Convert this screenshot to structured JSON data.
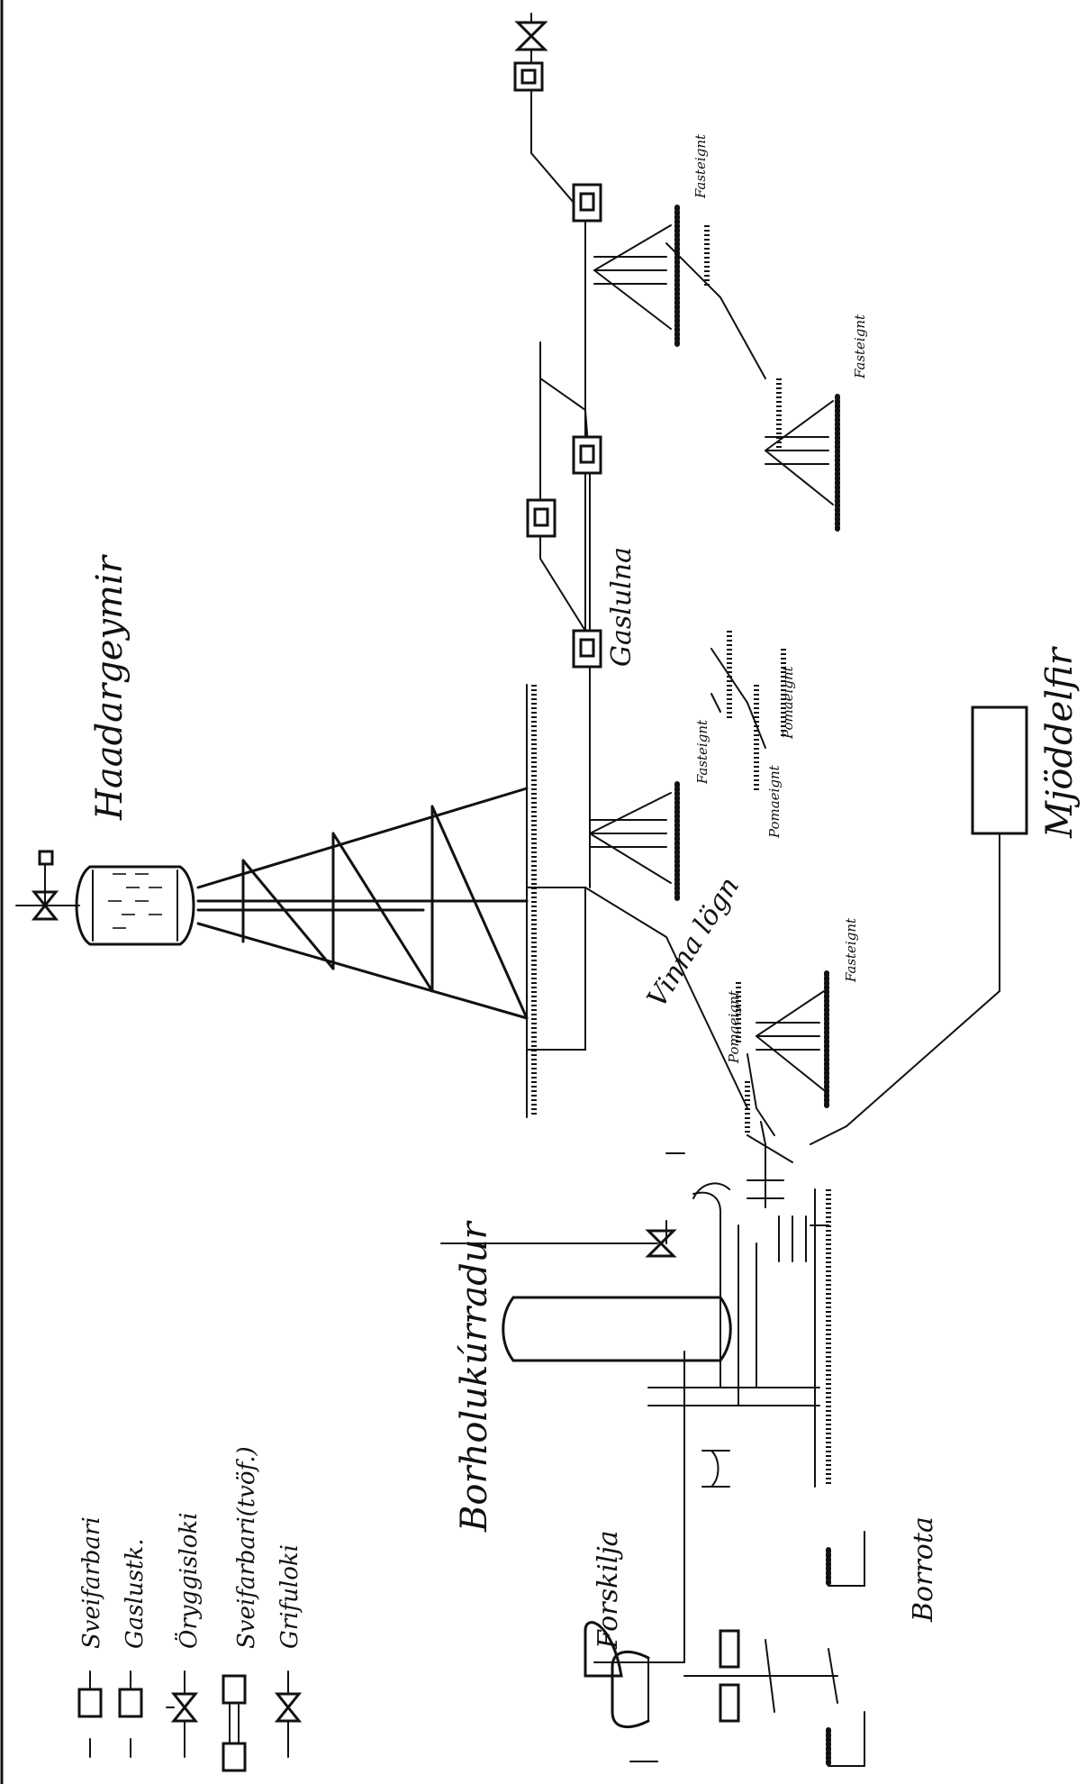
{
  "labels": {
    "hosted_tank": "Haadargeymir",
    "gas_line": "Gaslulna",
    "welding_cable": "Vinna lögn",
    "control_room": "Mjöddelfir",
    "oxygen_manifold": "Borholukúrradur",
    "cylinders": "Forskilja",
    "work_area": "Borrota"
  },
  "legend": [
    {
      "icon": "sleeve-valve-icon",
      "label": "Sveifarbari"
    },
    {
      "icon": "gauge-box-icon",
      "label": "Gaslustk."
    },
    {
      "icon": "safety-valve-icon",
      "label": "Öryggisloki"
    },
    {
      "icon": "double-sleeve-valve-icon",
      "label": "Sveifarbari(tvöf.)"
    },
    {
      "icon": "shutoff-valve-icon",
      "label": "Grifuloki"
    }
  ],
  "small_notes": {
    "n1": "Fasteignt",
    "n2": "Fasteignt",
    "n3": "Fasteignt",
    "n4": "Fasteignt",
    "n5": "Pomaeignt",
    "n6": "Pomaeignt",
    "n7": "Pomaeignt"
  }
}
